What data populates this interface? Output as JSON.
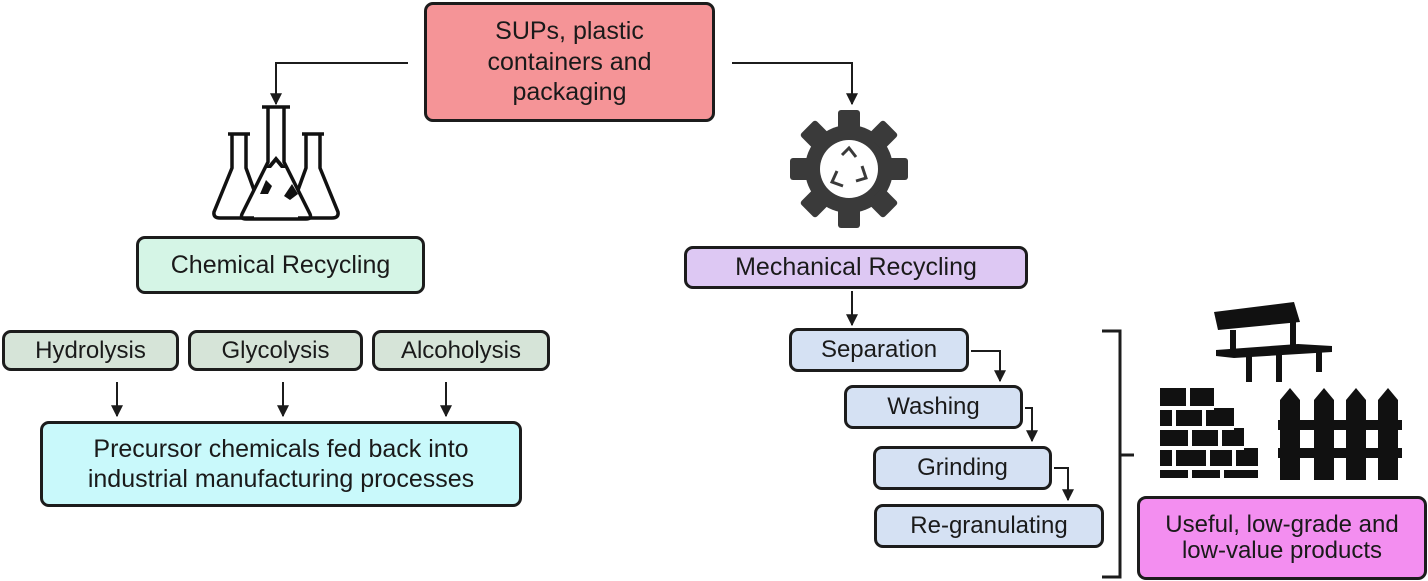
{
  "source": {
    "label": "SUPs, plastic containers and packaging"
  },
  "chemical": {
    "title": "Chemical Recycling",
    "methods": [
      "Hydrolysis",
      "Glycolysis",
      "Alcoholysis"
    ],
    "outcome": "Precursor chemicals fed back into industrial manufacturing processes"
  },
  "mechanical": {
    "title": "Mechanical Recycling",
    "steps": [
      "Separation",
      "Washing",
      "Grinding",
      "Re-granulating"
    ],
    "outcome": "Useful, low-grade and low-value products"
  },
  "icons": [
    "flasks-recycle-icon",
    "gear-recycle-icon",
    "bench-icon",
    "brick-wall-icon",
    "fence-icon"
  ],
  "colors": {
    "source": "#f59497",
    "chemical": "#d5f5e6",
    "mechanical": "#ddc8f3",
    "methods": "#d6e4d8",
    "chemical_outcome": "#c9f9fb",
    "steps": "#d5e1f3",
    "mechanical_outcome": "#f38ef0"
  }
}
